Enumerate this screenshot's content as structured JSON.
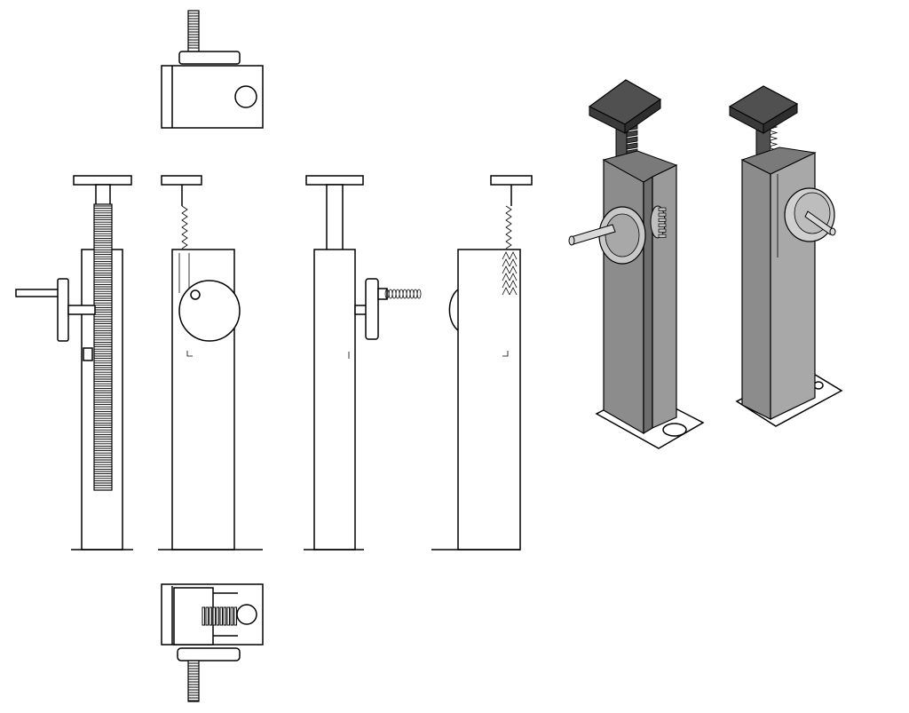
{
  "drawing": {
    "background": "#ffffff",
    "line_color": "#000000",
    "shade_dark": "#505050",
    "shade_mid": "#8c8c8c",
    "shade_light": "#c8c8c8",
    "views": [
      "top-view",
      "left-side-view",
      "front-view",
      "right-side-view",
      "back-view",
      "bottom-view",
      "isometric-view-a",
      "isometric-view-b"
    ]
  }
}
